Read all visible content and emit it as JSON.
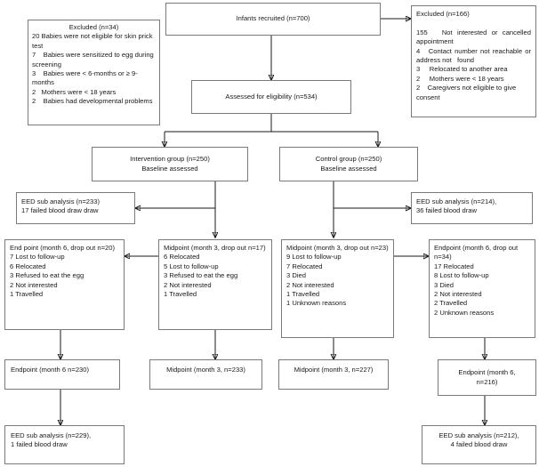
{
  "diagram": {
    "title": "Infant egg intervention trial CONSORT flow diagram",
    "line_color": "#1a1a1a",
    "box_border_color": "#7a7a7a",
    "background": "#ffffff"
  },
  "nodes": {
    "recruited": {
      "label": "Infants recruited (n=700)"
    },
    "excluded_left": {
      "heading": "Excluded (n=34)",
      "lines": [
        "20 Babies were not eligible for skin prick test",
        "7    Babies were sensitized to egg during screening",
        "3    Babies were < 6-months or ≥ 9-months",
        "2   Mothers were < 18 years",
        "2    Babies had developmental problems"
      ]
    },
    "excluded_right": {
      "heading": "Excluded (n=166)",
      "lines": [
        "155   Not interested or cancelled appointment",
        "4   Contact number not reachable or address not   found",
        "3     Relocated to another area",
        "2     Mothers were < 18 years",
        "2    Caregivers not eligible to give consent"
      ]
    },
    "assessed": {
      "label": "Assessed for eligibility (n=534)"
    },
    "intervention_group": {
      "line1": "Intervention group (n=250)",
      "line2": "Baseline assessed"
    },
    "control_group": {
      "line1": "Control group (n=250)",
      "line2": "Baseline assessed"
    },
    "eed_intervention": {
      "line1": "EED sub analysis (n=233)",
      "line2": "17 failed blood draw draw"
    },
    "eed_control": {
      "line1": "EED sub analysis (n=214),",
      "line2": "36 failed blood draw"
    },
    "dropout_int_endpoint": {
      "heading": "End point (month 6, drop out n=20)",
      "lines": [
        "7 Lost to follow-up",
        "6 Relocated",
        "3 Refused to eat the egg",
        "2 Not interested",
        "1 Travelled"
      ]
    },
    "dropout_int_midpoint": {
      "heading": "Midpoint (month 3, drop out n=17)",
      "lines": [
        "6 Relocated",
        "5 Lost to follow-up",
        "3 Refused to eat the egg",
        "2 Not interested",
        "1 Travelled"
      ]
    },
    "dropout_ctl_midpoint": {
      "heading": "Midpoint (month 3, drop out n=23)",
      "lines": [
        "9 Lost to follow-up",
        "7 Relocated",
        "3 Died",
        "2 Not interested",
        "1 Travelled",
        "1 Unknown reasons"
      ]
    },
    "dropout_ctl_endpoint": {
      "heading": "Endpoint (month 6, drop out n=34)",
      "lines": [
        "17 Relocated",
        "8 Lost to follow-up",
        "3 Died",
        "2 Not interested",
        "2 Travelled",
        "2 Unknown reasons"
      ]
    },
    "endpoint_int": {
      "label": "Endpoint (month 6 n=230)"
    },
    "midpoint_int": {
      "label": "Midpoint (month 3, n=233)"
    },
    "midpoint_ctl": {
      "label": "Midpoint (month 3, n=227)"
    },
    "endpoint_ctl": {
      "line1": "Endpoint (month 6,",
      "line2": "n=216)"
    },
    "eed_final_int": {
      "line1": "EED sub analysis (n=229),",
      "line2": "1 failed blood draw"
    },
    "eed_final_ctl": {
      "line1": "EED sub analysis (n=212),",
      "line2": "4 failed blood draw"
    }
  }
}
